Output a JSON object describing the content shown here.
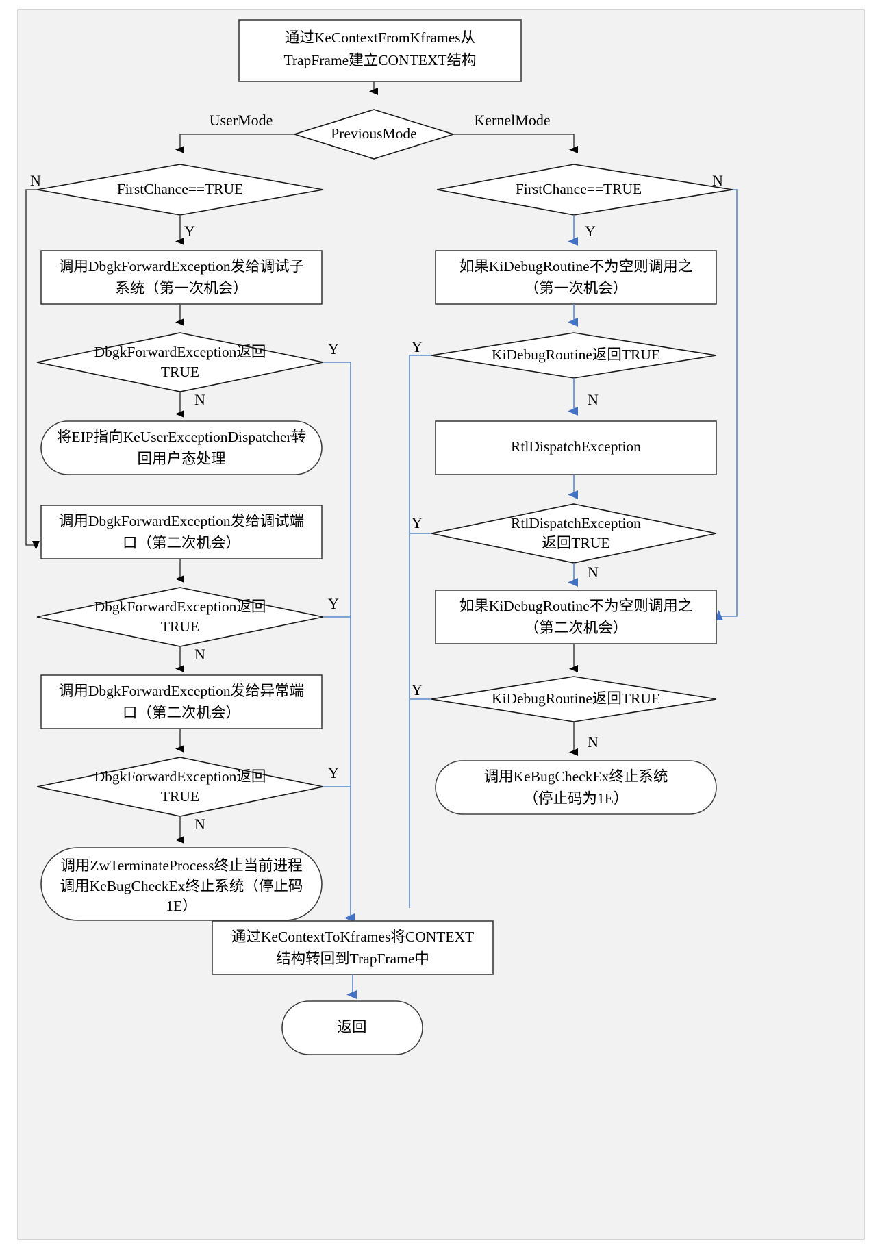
{
  "diagram": {
    "title": "Windows 异常分发流程图 (KiDispatchException)",
    "background_color": "#f2f2f2",
    "shape_fill": "#ffffff",
    "shape_stroke": "#3f3f3f",
    "arrow_black": "#000000",
    "arrow_blue": "#4472c4",
    "connector_blue": "#5b89c9"
  },
  "nodes": {
    "start": {
      "id": "start",
      "shape": "rect",
      "lines": [
        "通过KeContextFromKframes从",
        "TrapFrame建立CONTEXT结构"
      ]
    },
    "previous_mode": {
      "id": "previous-mode",
      "shape": "diamond",
      "lines": [
        "PreviousMode"
      ]
    },
    "l_first_chance": {
      "id": "left-first-chance",
      "shape": "diamond",
      "lines": [
        "FirstChance==TRUE"
      ]
    },
    "l_dbgk_fwd_1": {
      "id": "left-dbgk-forward-first",
      "shape": "rect",
      "lines": [
        "调用DbgkForwardException发给调试子",
        "系统（第一次机会）"
      ]
    },
    "l_dbgk_ret_1": {
      "id": "left-dbgk-return-1",
      "shape": "diamond",
      "lines": [
        "DbgkForwardException返回",
        "TRUE"
      ]
    },
    "l_eip": {
      "id": "left-set-eip-user-dispatcher",
      "shape": "stadium",
      "lines": [
        "将EIP指向KeUserExceptionDispatcher转",
        "回用户态处理"
      ]
    },
    "l_dbgk_fwd_2": {
      "id": "left-dbgk-forward-debug-port",
      "shape": "rect",
      "lines": [
        "调用DbgkForwardException发给调试端",
        "口（第二次机会）"
      ]
    },
    "l_dbgk_ret_2": {
      "id": "left-dbgk-return-2",
      "shape": "diamond",
      "lines": [
        "DbgkForwardException返回",
        "TRUE"
      ]
    },
    "l_dbgk_fwd_3": {
      "id": "left-dbgk-forward-exception-port",
      "shape": "rect",
      "lines": [
        "调用DbgkForwardException发给异常端",
        "口（第二次机会）"
      ]
    },
    "l_dbgk_ret_3": {
      "id": "left-dbgk-return-3",
      "shape": "diamond",
      "lines": [
        "DbgkForwardException返回",
        "TRUE"
      ]
    },
    "l_terminate": {
      "id": "left-terminate-process",
      "shape": "stadium",
      "lines": [
        "调用ZwTerminateProcess终止当前进程",
        "调用KeBugCheckEx终止系统（停止码",
        "1E）"
      ]
    },
    "r_first_chance": {
      "id": "right-first-chance",
      "shape": "diamond",
      "lines": [
        "FirstChance==TRUE"
      ]
    },
    "r_kidebug_call_1": {
      "id": "right-kidebugroutine-call-first",
      "shape": "rect",
      "lines": [
        "如果KiDebugRoutine不为空则调用之",
        "（第一次机会）"
      ]
    },
    "r_kidebug_ret_1": {
      "id": "right-kidebugroutine-return-1",
      "shape": "diamond",
      "lines": [
        "KiDebugRoutine返回TRUE"
      ]
    },
    "r_rtl_dispatch": {
      "id": "right-rtl-dispatch-exception",
      "shape": "rect",
      "lines": [
        "RtlDispatchException"
      ]
    },
    "r_rtl_ret": {
      "id": "right-rtl-dispatch-return",
      "shape": "diamond",
      "lines": [
        "RtlDispatchException",
        "返回TRUE"
      ]
    },
    "r_kidebug_call_2": {
      "id": "right-kidebugroutine-call-second",
      "shape": "rect",
      "lines": [
        "如果KiDebugRoutine不为空则调用之",
        "（第二次机会）"
      ]
    },
    "r_kidebug_ret_2": {
      "id": "right-kidebugroutine-return-2",
      "shape": "diamond",
      "lines": [
        "KiDebugRoutine返回TRUE"
      ]
    },
    "r_bugcheck": {
      "id": "right-kebugcheckex",
      "shape": "stadium",
      "lines": [
        "调用KeBugCheckEx终止系统",
        "（停止码为1E）"
      ]
    },
    "context_to_kframes": {
      "id": "context-to-kframes",
      "shape": "rect",
      "lines": [
        "通过KeContextToKframes将CONTEXT",
        "结构转回到TrapFrame中"
      ]
    },
    "ret": {
      "id": "return-terminal",
      "shape": "stadium",
      "lines": [
        "返回"
      ]
    }
  },
  "edge_labels": {
    "user_mode": "UserMode",
    "kernel_mode": "KernelMode",
    "left_first_chance_no": "N",
    "left_first_chance_yes": "Y",
    "left_ret1_yes": "Y",
    "left_ret1_no": "N",
    "left_ret2_yes": "Y",
    "left_ret2_no": "N",
    "left_ret3_yes": "Y",
    "left_ret3_no": "N",
    "right_first_chance_no": "N",
    "right_first_chance_yes": "Y",
    "right_kidebug_ret1_yes": "Y",
    "right_kidebug_ret1_no": "N",
    "right_rtl_ret_yes": "Y",
    "right_rtl_ret_no": "N",
    "right_kidebug_ret2_yes": "Y",
    "right_kidebug_ret2_no": "N"
  }
}
